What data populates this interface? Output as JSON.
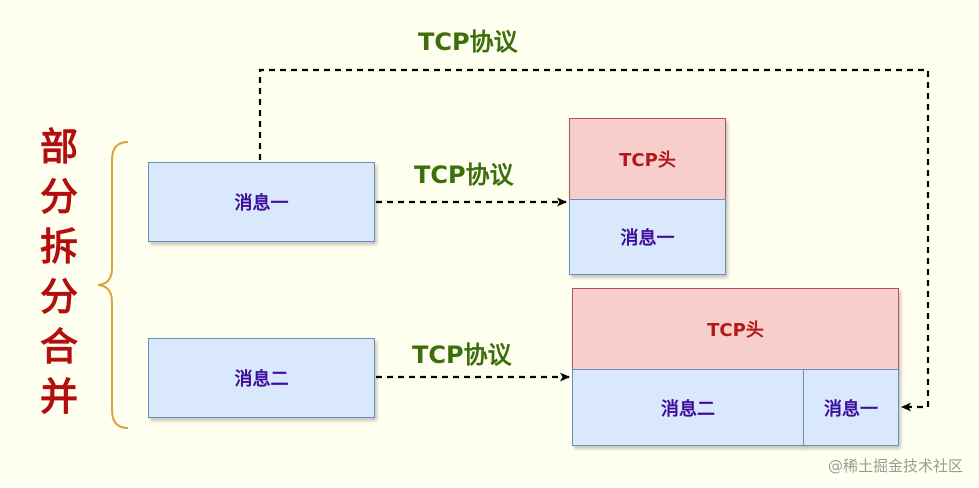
{
  "side_title": [
    "部",
    "分",
    "拆",
    "分",
    "合",
    "并"
  ],
  "messages": {
    "msg1": "消息一",
    "msg2": "消息二"
  },
  "protocol_labels": {
    "top": "TCP协议",
    "middle": "TCP协议",
    "bottom": "TCP协议"
  },
  "packet1": {
    "header": "TCP头",
    "body": "消息一"
  },
  "packet2": {
    "header": "TCP头",
    "body_main": "消息二",
    "body_part": "消息一"
  },
  "watermark": "@稀土掘金技术社区",
  "colors": {
    "background": "#fffff0",
    "message_fill": "#dae8fc",
    "message_border": "#6c8ebf",
    "message_text": "#3d0f9e",
    "header_fill": "#f8cecc",
    "header_border": "#b85450",
    "header_text": "#b21a1a",
    "protocol_text": "#3c6e0a",
    "title_text": "#b40d0d",
    "brace": "#d9a33e",
    "arrow": "#000000"
  }
}
